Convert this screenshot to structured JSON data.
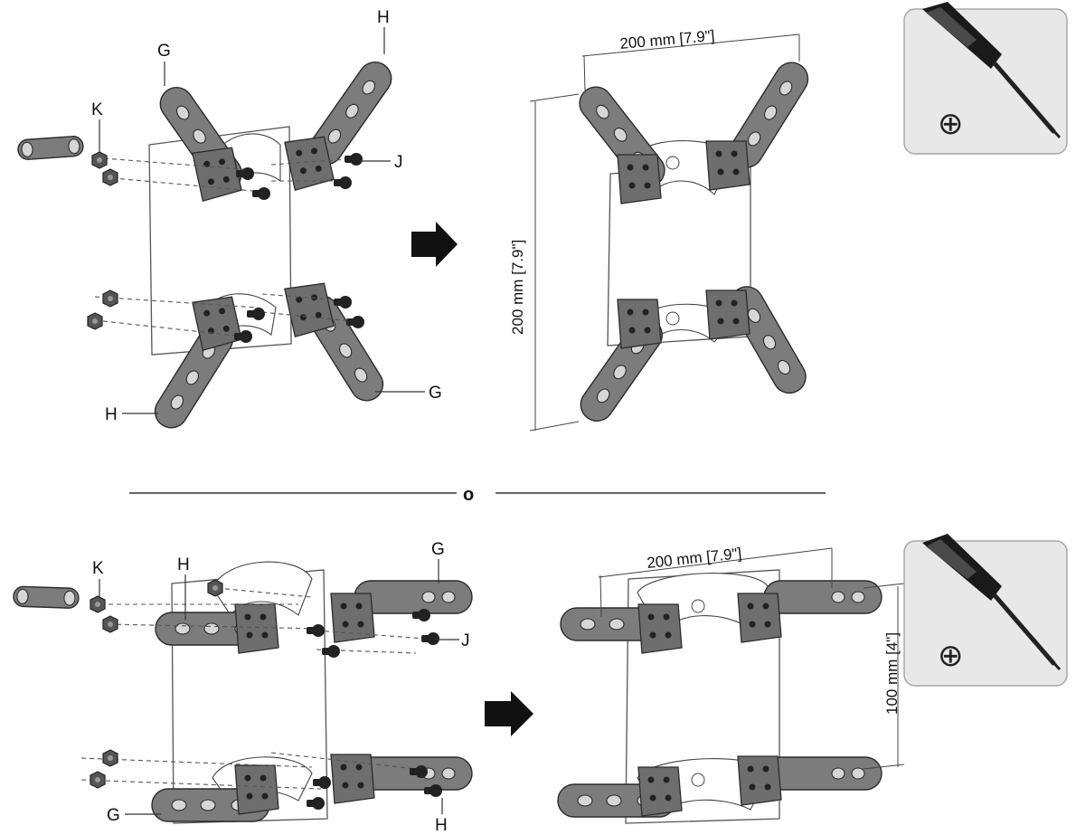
{
  "labels": {
    "g": "G",
    "h": "H",
    "j": "J",
    "k": "K",
    "separator": "o"
  },
  "dimensions": {
    "top_width": "200 mm [7.9\"]",
    "top_height": "200 mm [7.9\"]",
    "bottom_width": "200 mm [7.9\"]",
    "bottom_height": "100 mm [4\"]"
  },
  "tool": {
    "icon": "phillips-screwdriver-icon",
    "symbol": "⊕"
  },
  "colors": {
    "bracket": "#7c7c7c",
    "tool_box": "#e8e8e8"
  }
}
